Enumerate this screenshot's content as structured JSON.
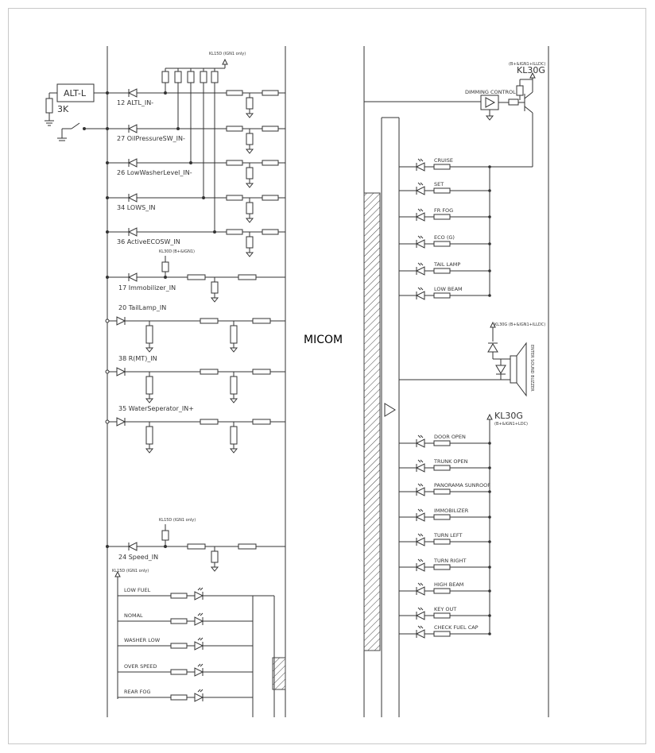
{
  "micom_label": "MICOM",
  "alt_box": "ALT-L",
  "resistor_3k": "3K",
  "left_inputs": [
    {
      "id": "alt",
      "label": "12  ALTL_IN-"
    },
    {
      "id": "oil",
      "label": "27  OilPressureSW_IN-"
    },
    {
      "id": "washer",
      "label": "26  LowWasherLevel_IN-"
    },
    {
      "id": "lows",
      "label": "34  LOWS_IN"
    },
    {
      "id": "eco",
      "label": "36  ActiveECOSW_IN"
    },
    {
      "id": "immob",
      "label": "17  Immobilizer_IN"
    },
    {
      "id": "tail",
      "label": "20  TailLamp_IN"
    },
    {
      "id": "rmt",
      "label": "38  R(MT)_IN"
    },
    {
      "id": "water",
      "label": "35  WaterSeperator_IN+"
    },
    {
      "id": "speed",
      "label": "24  Speed_IN"
    }
  ],
  "supply": {
    "kl15d_top": "KL15D",
    "kl15d_top_note": "(IGN1 only)",
    "kl30d": "KL30D",
    "kl30d_note": "(B+&IGN1)",
    "kl15d_mid": "KL15D",
    "kl15d_mid_note": "(IGN1 only)",
    "kl15d_bottom": "KL15D",
    "kl15d_bottom_note": "(IGN1 only)",
    "kl30g_top": "KL30G",
    "kl30g_top_note": "(B+&IGN1+ILLDC)",
    "kl30g_buzzer": "KL30G",
    "kl30g_buzzer_note": "(B+&IGN1+ILLDC)",
    "kl30g_lower": "KL30G",
    "kl30g_lower_note": "(B+&IGN1+LDC)"
  },
  "dimming_control": "DIMMING CONTROL",
  "buzzer_label": "ENTER SOUND BUZZER",
  "bottom_left_leds": [
    "LOW FUEL",
    "NOMAL",
    "WASHER LOW",
    "OVER SPEED",
    "REAR FOG"
  ],
  "right_top_leds": [
    "CRUISE",
    "SET",
    "FR FOG",
    "ECO (G)",
    "TAIL LAMP",
    "LOW BEAM"
  ],
  "right_bottom_leds": [
    "DOOR OPEN",
    "TRUNK OPEN",
    "PANORAMA SUNROOF",
    "IMMOBILIZER",
    "TURN LEFT",
    "TURN RIGHT",
    "HIGH BEAM",
    "KEY OUT",
    "CHECK FUEL CAP"
  ]
}
